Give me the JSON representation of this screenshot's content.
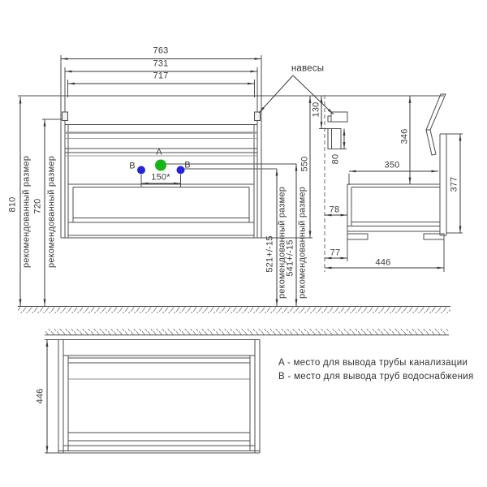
{
  "front_view": {
    "dim_width_outer": "763",
    "dim_width_mid": "731",
    "dim_width_inner": "717",
    "dim_height_total": "810",
    "dim_height_hangers": "720",
    "recommended_note": "рекомендованный размер",
    "dim_cabinet_height": "550",
    "dim_b_height": "521+/-15",
    "dim_a_height": "541+/-15",
    "dim_b_spacing": "150*",
    "hangers_label": "навесы",
    "point_a_label": "A",
    "point_b_label": "B"
  },
  "side_view": {
    "dim_hanger_offset": "130",
    "dim_bracket": "80",
    "dim_top_to_drawer": "346",
    "dim_drawer_depth": "350",
    "dim_front_height": "377",
    "dim_back_gap": "78",
    "dim_foot_gap": "77",
    "dim_depth": "446"
  },
  "top_view": {
    "dim_depth": "446"
  },
  "legend": {
    "a": "A - место для вывода трубы канализации",
    "b": "B - место для вывода труб водоснабжения"
  },
  "colors": {
    "point_a": "#17b617",
    "point_b": "#2323dc"
  }
}
